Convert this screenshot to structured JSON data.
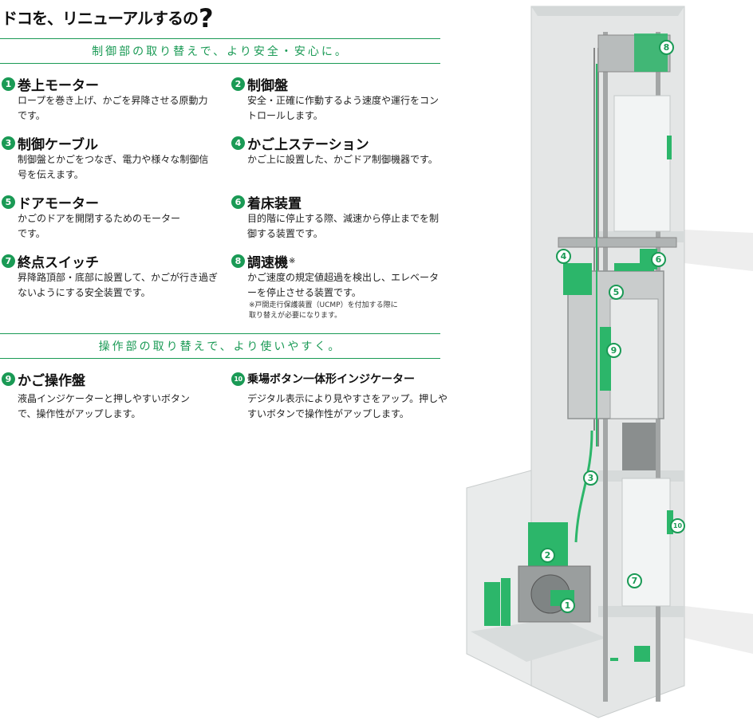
{
  "title": {
    "text": "ドコを、リニューアルするの",
    "mark": "?"
  },
  "sections": [
    {
      "heading": "制御部の取り替えで、より安全・安心に。"
    },
    {
      "heading": "操作部の取り替えで、より使いやすく。"
    }
  ],
  "items": [
    {
      "num": "1",
      "name": "巻上モーター",
      "desc": "ロープを巻き上げ、かごを昇降させる原動力です。"
    },
    {
      "num": "2",
      "name": "制御盤",
      "desc": "安全・正確に作動するよう速度や運行をコントロールします。"
    },
    {
      "num": "3",
      "name": "制御ケーブル",
      "desc": "制御盤とかごをつなぎ、電力や様々な制御信号を伝えます。"
    },
    {
      "num": "4",
      "name": "かご上ステーション",
      "desc": "かご上に設置した、かごドア制御機器です。"
    },
    {
      "num": "5",
      "name": "ドアモーター",
      "desc": "かごのドアを開閉するためのモーターです。"
    },
    {
      "num": "6",
      "name": "着床装置",
      "desc": "目的階に停止する際、減速から停止までを制御する装置です。"
    },
    {
      "num": "7",
      "name": "終点スイッチ",
      "desc": "昇降路頂部・底部に設置して、かごが行き過ぎないようにする安全装置です。"
    },
    {
      "num": "8",
      "name": "調速機",
      "sup": "※",
      "desc": "かご速度の規定値超過を検出し、エレベーターを停止させる装置です。",
      "note": "※戸開走行保護装置（UCMP）を付加する際に\n取り替えが必要になります。"
    },
    {
      "num": "9",
      "name": "かご操作盤",
      "desc": "液晶インジケーターと押しやすいボタンで、操作性がアップします。"
    },
    {
      "num": "10",
      "name": "乗場ボタン一体形インジケーター",
      "desc": "デジタル表示により見やすさをアップ。押しやすいボタンで操作性がアップします。"
    }
  ],
  "callouts": [
    "8",
    "4",
    "6",
    "5",
    "9",
    "3",
    "10",
    "2",
    "7",
    "1"
  ],
  "colors": {
    "accent": "#1a9a55",
    "part": "#2cb66a",
    "shaft": "#e6e8e8",
    "frame": "#9a9a9a"
  }
}
